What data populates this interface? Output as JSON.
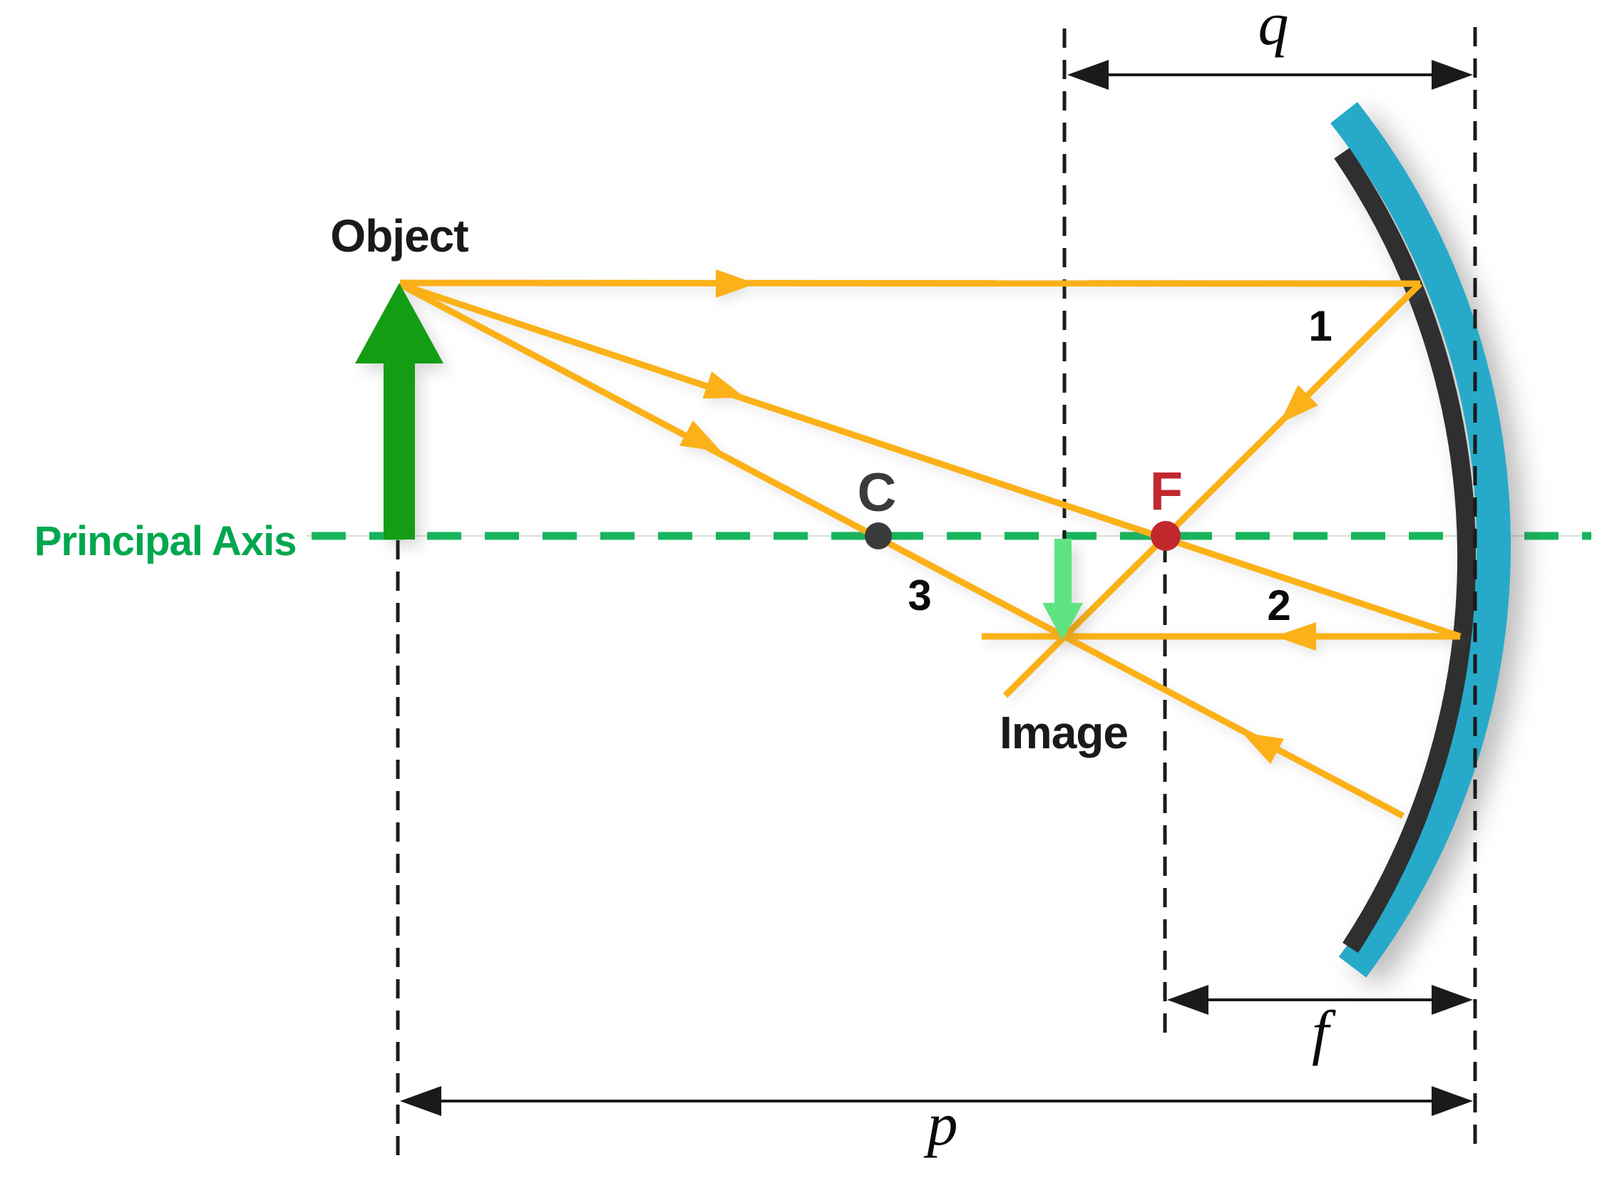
{
  "figure": {
    "object_label": "Object",
    "image_label": "Image",
    "axis_label": "Principal Axis",
    "center_label": "C",
    "focus_label": "F",
    "ray1_label": "1",
    "ray2_label": "2",
    "ray3_label": "3",
    "image_distance_label": "q",
    "focal_length_label": "f",
    "object_distance_label": "p"
  },
  "colors": {
    "ray": "#FBB117",
    "object-arrow": "#149D14",
    "image-arrow": "#5FE381",
    "axis-green": "#17B55C",
    "axis-text": "#00A74F",
    "mirror-glass": "#27AAC9",
    "mirror-back": "#2F2F2F",
    "focus-red": "#C1272D",
    "center-dark": "#3B3B3B",
    "ink": "#1A1A1A"
  }
}
